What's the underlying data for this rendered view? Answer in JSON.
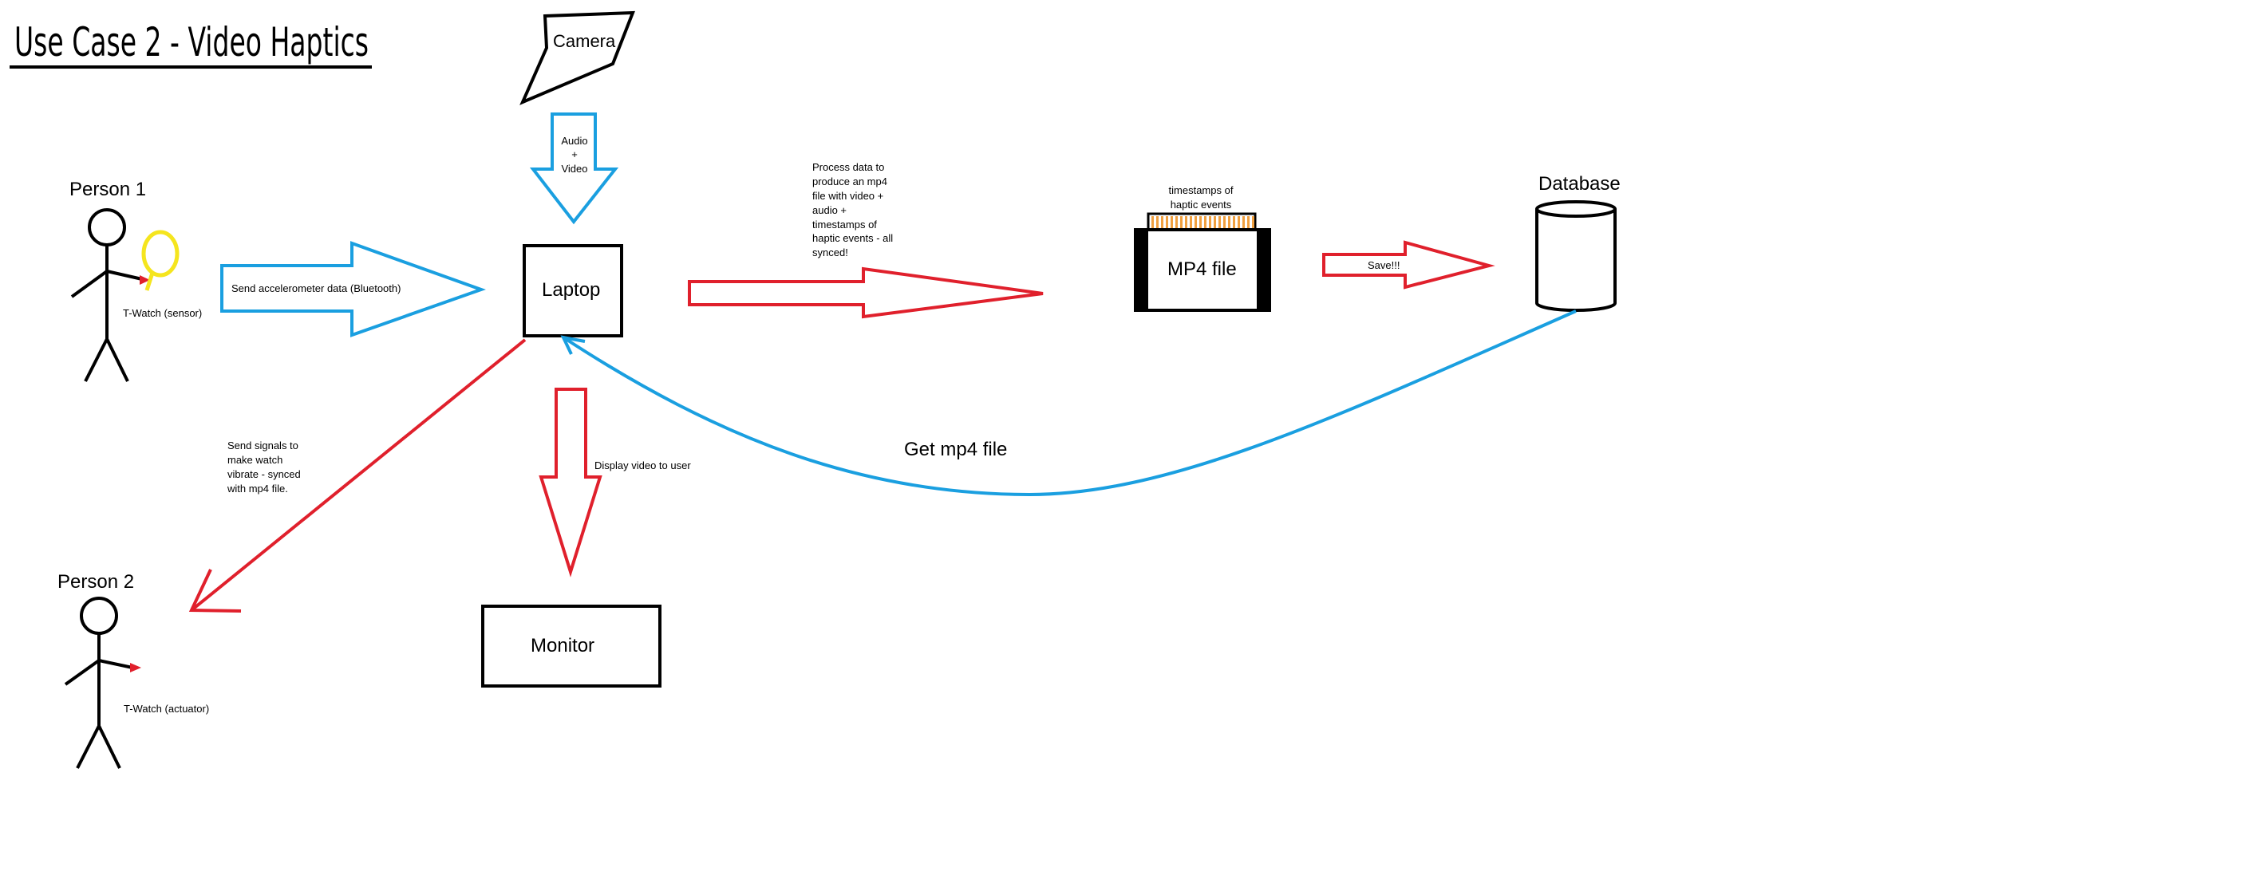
{
  "title": "Use Case 2 - Video Haptics",
  "nodes": {
    "camera": "Camera",
    "laptop": "Laptop",
    "monitor": "Monitor",
    "database": "Database",
    "mp4_file": "MP4 file",
    "mp4_stripe_label": [
      "timestamps of",
      "haptic events"
    ],
    "person1": "Person 1",
    "person2": "Person 2",
    "watch_sensor": "T-Watch (sensor)",
    "watch_actuator": "T-Watch (actuator)"
  },
  "edges": {
    "camera_to_laptop": [
      "Audio",
      "+",
      "Video"
    ],
    "person1_to_laptop": "Send accelerometer data (Bluetooth)",
    "laptop_to_mp4": [
      "Process data to",
      "produce an mp4",
      "file with video +",
      "audio +",
      "timestamps of",
      "haptic events - all",
      "synced!"
    ],
    "mp4_to_database": "Save!!!",
    "database_to_laptop": "Get mp4 file",
    "laptop_to_monitor": "Display video to user",
    "laptop_to_person2": [
      "Send signals to",
      "make watch",
      "vibrate - synced",
      "with mp4 file."
    ]
  },
  "colors": {
    "blue_arrow": "#1a9fe0",
    "red_arrow": "#e0202c",
    "yellow_watch": "#f5e51e",
    "stripe": "#f0a040",
    "ink": "#000000"
  }
}
